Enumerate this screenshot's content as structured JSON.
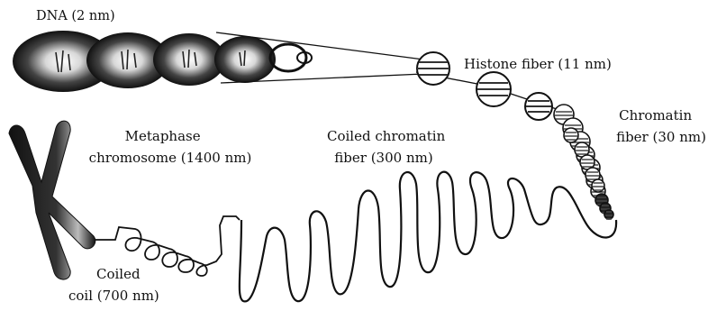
{
  "diagram": {
    "labels": {
      "dna": [
        "DNA (2 nm)"
      ],
      "histone": [
        "Histone fiber (11 nm)"
      ],
      "chromatin": [
        "Chromatin",
        "fiber (30 nm)"
      ],
      "coiled_chromatin": [
        "Coiled chromatin",
        "fiber (300 nm)"
      ],
      "metaphase": [
        "Metaphase",
        "chromosome (1400 nm)"
      ],
      "coiled_coil": [
        "Coiled",
        "coil (700 nm)"
      ]
    },
    "colors": {
      "ink": "#111111",
      "bead_dark": "#1a1a1a",
      "bead_light": "#ffffff",
      "stripe": "#333333"
    }
  }
}
